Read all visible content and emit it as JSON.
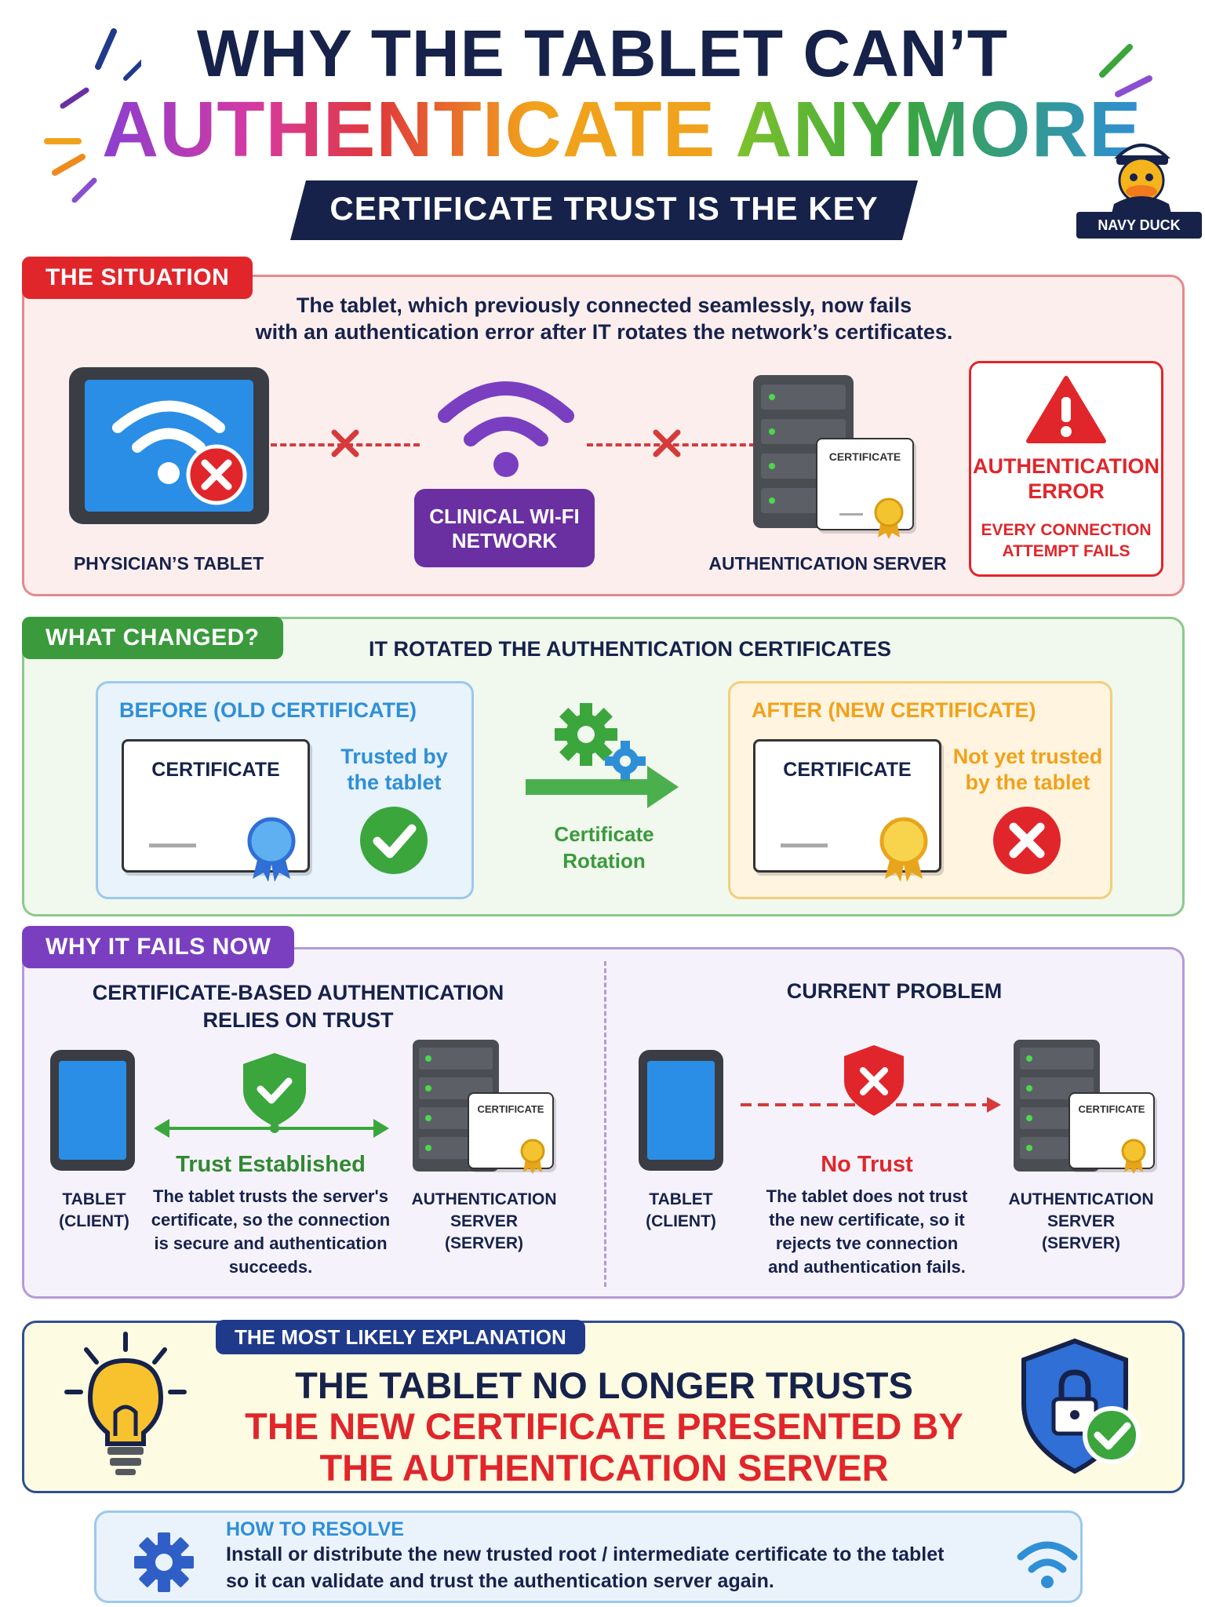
{
  "header": {
    "title_line1": "WHY THE TABLET CAN’T",
    "title_line2_part1": "AUTHENTICATE",
    "title_line2_part2": "ANYMORE",
    "subtitle_banner": "CERTIFICATE TRUST IS THE KEY",
    "mascot_label": "NAVY DUCK"
  },
  "situation": {
    "tag": "THE SITUATION",
    "description_line1": "The tablet, which previously connected seamlessly, now fails",
    "description_line2": "with an authentication error after IT rotates the network’s certificates.",
    "tablet_label": "PHYSICIAN’S TABLET",
    "network_label_line1": "CLINICAL WI-FI",
    "network_label_line2": "NETWORK",
    "server_label": "AUTHENTICATION SERVER",
    "server_cert_label": "CERTIFICATE",
    "error_title_line1": "AUTHENTICATION",
    "error_title_line2": "ERROR",
    "error_sub_line1": "EVERY CONNECTION",
    "error_sub_line2": "ATTEMPT FAILS"
  },
  "what_changed": {
    "tag": "WHAT CHANGED?",
    "heading": "IT ROTATED THE AUTHENTICATION CERTIFICATES",
    "before_title": "BEFORE (OLD CERTIFICATE)",
    "before_cert_label": "CERTIFICATE",
    "before_status_line1": "Trusted by",
    "before_status_line2": "the tablet",
    "rotation_line1": "Certificate",
    "rotation_line2": "Rotation",
    "after_title": "AFTER (NEW CERTIFICATE)",
    "after_cert_label": "CERTIFICATE",
    "after_status_line1": "Not yet trusted",
    "after_status_line2": "by the tablet"
  },
  "why_fails": {
    "tag": "WHY IT FAILS NOW",
    "left_heading_line1": "CERTIFICATE-BASED AUTHENTICATION",
    "left_heading_line2": "RELIES ON TRUST",
    "left_tablet_line1": "TABLET",
    "left_tablet_line2": "(CLIENT)",
    "left_server_line1": "AUTHENTICATION SERVER",
    "left_server_line2": "(SERVER)",
    "left_server_cert": "CERTIFICATE",
    "trust_title": "Trust Established",
    "trust_desc_line1": "The tablet trusts the server's",
    "trust_desc_line2": "certificate, so the connection",
    "trust_desc_line3": "is secure and authentication",
    "trust_desc_line4": "succeeds.",
    "right_heading": "CURRENT PROBLEM",
    "right_tablet_line1": "TABLET",
    "right_tablet_line2": "(CLIENT)",
    "right_server_line1": "AUTHENTICATION SERVER",
    "right_server_line2": "(SERVER)",
    "right_server_cert": "CERTIFICATE",
    "notrust_title": "No Trust",
    "notrust_desc_line1": "The tablet does not trust",
    "notrust_desc_line2": "the new certificate, so it",
    "notrust_desc_line3": "rejects tve connection",
    "notrust_desc_line4": "and authentication fails."
  },
  "explanation": {
    "tag": "THE MOST LIKELY EXPLANATION",
    "line1": "THE TABLET NO LONGER TRUSTS",
    "line2": "THE NEW CERTIFICATE PRESENTED BY",
    "line3": "THE AUTHENTICATION SERVER"
  },
  "resolve": {
    "title": "HOW TO RESOLVE",
    "line1": "Install or distribute the new trusted root / intermediate certificate to the tablet",
    "line2": "so it can validate and trust the authentication server again."
  },
  "colors": {
    "navy": "#16224a",
    "red": "#e0262b",
    "green": "#3aa63c",
    "purple": "#6a2fa0",
    "blue": "#2f6fd6",
    "orange": "#f0a21c"
  }
}
